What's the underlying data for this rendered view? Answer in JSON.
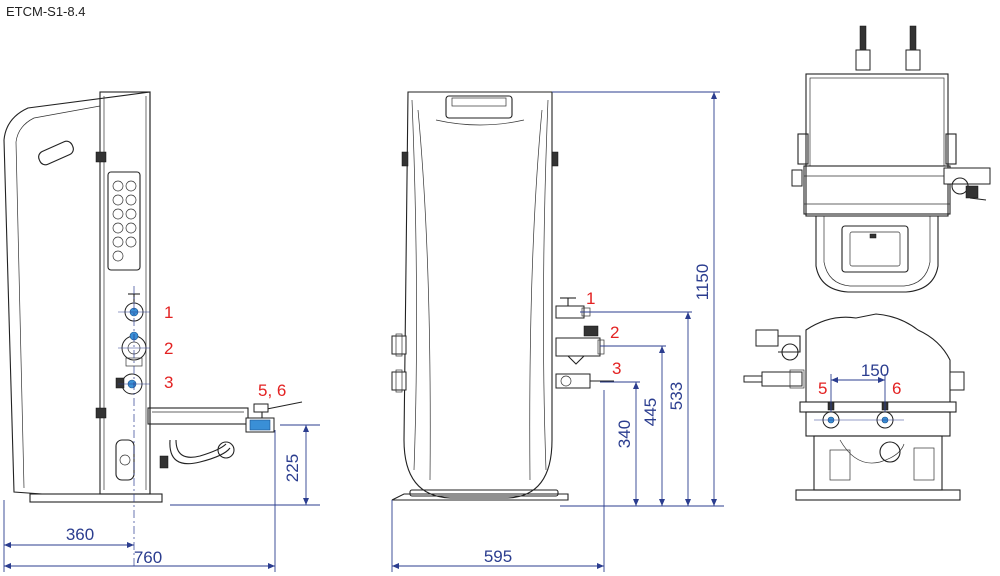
{
  "title": "ETCM-S1-8.4",
  "callouts": {
    "side": [
      "1",
      "2",
      "3",
      "5, 6"
    ],
    "front": [
      "1",
      "2",
      "3"
    ],
    "rear": [
      "5",
      "6"
    ]
  },
  "dimensions": {
    "side_height_outlet": "225",
    "side_width_pipe": "360",
    "side_depth_total": "760",
    "front_width": "595",
    "front_h1": "340",
    "front_h2": "445",
    "front_h3": "533",
    "front_h_total": "1150",
    "rear_spacing": "150"
  },
  "colors": {
    "dimension": "#2b3d8f",
    "callout": "#e32222",
    "valve_handle": "#3a8fd6"
  }
}
